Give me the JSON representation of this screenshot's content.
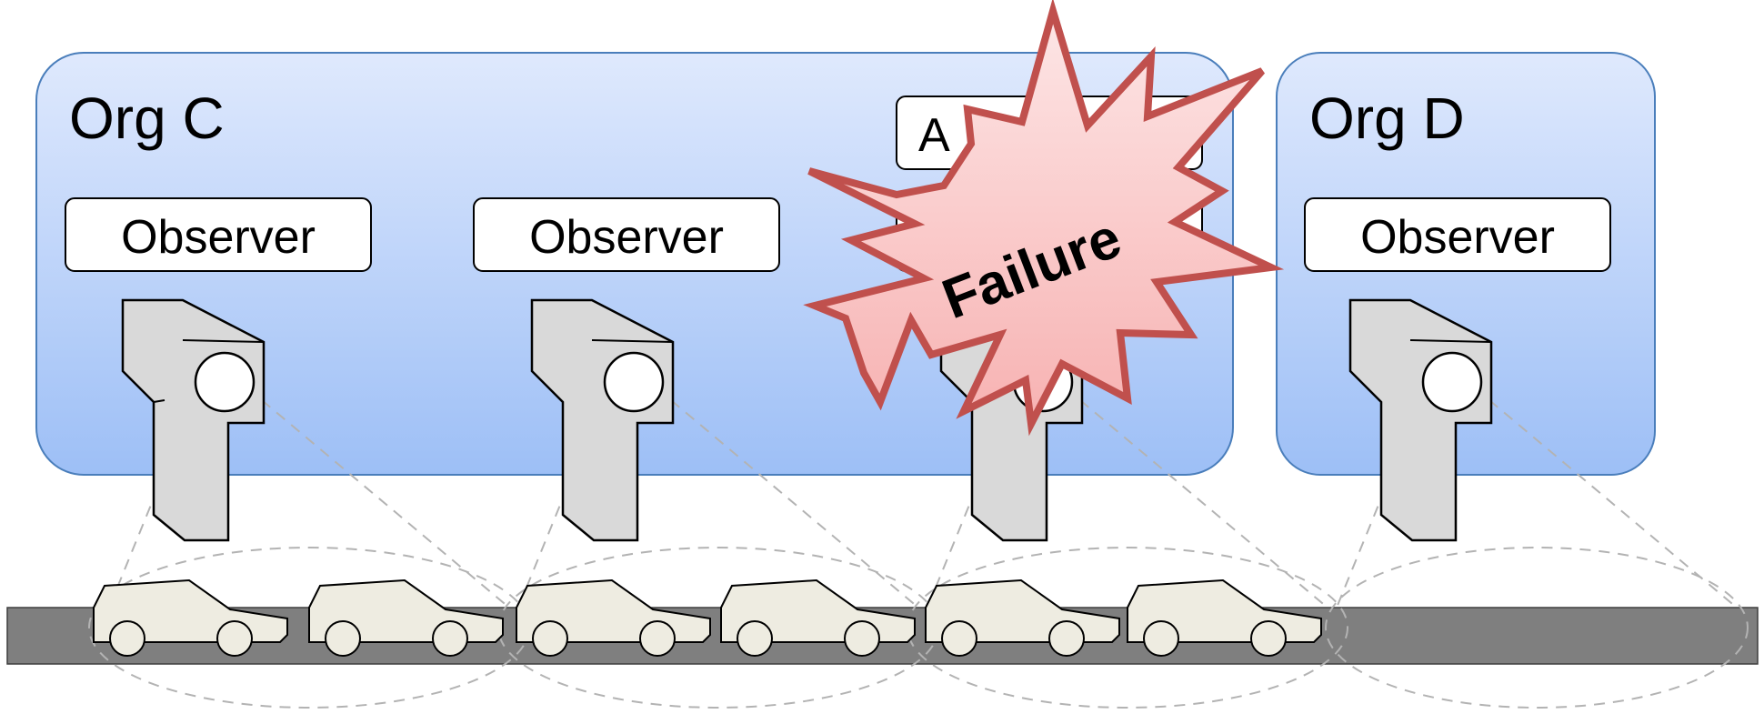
{
  "orgs": [
    {
      "label": "Org C"
    },
    {
      "label": "Org D"
    }
  ],
  "observers": [
    {
      "label": "Observer"
    },
    {
      "label": "Observer"
    },
    {
      "label": "A"
    },
    {
      "label": "Observer"
    }
  ],
  "failure": {
    "label": "Failure"
  },
  "colors": {
    "org_fill_top": "#dfe9fd",
    "org_fill_bottom": "#9dbff6",
    "org_stroke": "#4a7ebb",
    "camera_fill": "#d9d9d9",
    "road": "#7f7f7f",
    "car_fill": "#eeece1",
    "failure_fill": "#f9c2c2",
    "failure_stroke": "#c0504d",
    "dashed": "#b3b3b3"
  }
}
